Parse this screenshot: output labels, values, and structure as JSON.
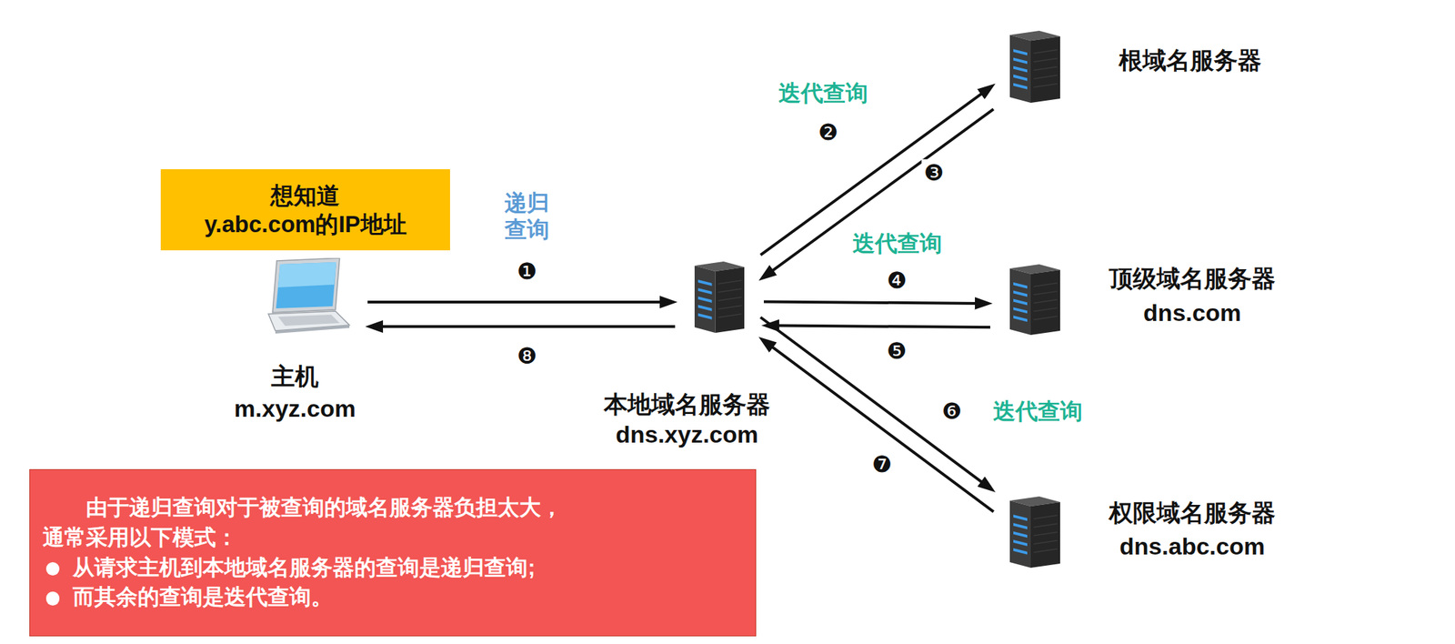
{
  "diagram": {
    "nodes": [
      {
        "text": [
          "想知道 y.abc.com的IP地址"
        ]
      },
      {
        "text": [
          "主机",
          "m.xyz.com"
        ]
      },
      {
        "text": [
          "本地域名服务器",
          "dns.xyz.com"
        ]
      },
      {
        "text": [
          "根域名服务器"
        ]
      },
      {
        "text": [
          "顶级域名服务器",
          "dns.com"
        ]
      },
      {
        "text": [
          "权限域名服务器",
          "dns.abc.com"
        ]
      },
      {
        "text": [
          "由于递归查询对于被查询的域名服务器负担太大， 通常采用以下模式：",
          "从请求主机到本地域名服务器的查询是递归查询;",
          "而其余的查询是迭代查询。"
        ]
      }
    ],
    "edges": [
      {
        "from": 1,
        "to": 2,
        "arrow": "to",
        "label": "❶"
      },
      {
        "from": 2,
        "to": 3,
        "arrow": "to",
        "label": "❷"
      },
      {
        "from": 3,
        "to": 2,
        "arrow": "to",
        "label": "❸"
      },
      {
        "from": 2,
        "to": 4,
        "arrow": "to",
        "label": "❹"
      },
      {
        "from": 4,
        "to": 2,
        "arrow": "to",
        "label": "❺"
      },
      {
        "from": 2,
        "to": 5,
        "arrow": "to",
        "label": "❻"
      },
      {
        "from": 5,
        "to": 2,
        "arrow": "to",
        "label": "❼"
      },
      {
        "from": 2,
        "to": 1,
        "arrow": "to",
        "label": "❽"
      }
    ],
    "labels": [
      "递归 查询",
      "迭代查询",
      "迭代查询",
      "迭代查询"
    ]
  }
}
